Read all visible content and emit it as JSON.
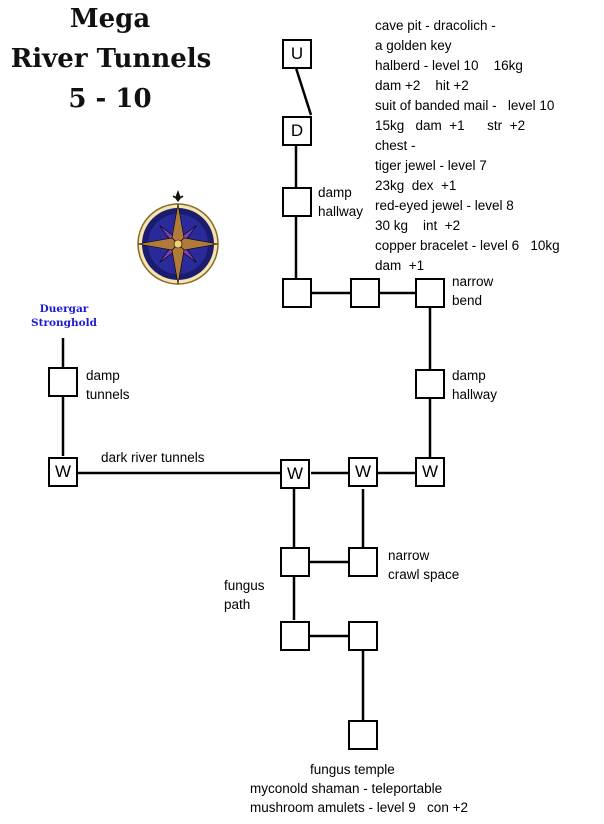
{
  "title": {
    "line1": "Mega",
    "line2": "River Tunnels",
    "line3": "5 - 10"
  },
  "rooms": {
    "up": "U",
    "down": "D",
    "w1": "W",
    "w2": "W",
    "w3": "W",
    "w4": "W"
  },
  "labels": {
    "damp_hallway_top": "damp\nhallway",
    "narrow_bend": "narrow\nbend",
    "damp_hallway_right": "damp\nhallway",
    "damp_tunnels": "damp\ntunnels",
    "dark_river_tunnels": "dark river tunnels",
    "narrow_crawl_space": "narrow\ncrawl space",
    "fungus_path": "fungus\npath",
    "duergar_line1": "Duergar",
    "duergar_line2": "Stronghold"
  },
  "notes": [
    "cave pit - dracolich -",
    "a golden key",
    "halberd - level 10    16kg",
    "dam +2    hit +2",
    "suit of banded mail -   level 10",
    "15kg   dam  +1      str  +2",
    "chest -",
    "tiger jewel - level 7",
    "23kg  dex  +1",
    "red-eyed jewel - level 8",
    "30 kg    int  +2",
    "copper bracelet - level 6   10kg",
    "dam  +1"
  ],
  "temple": [
    "fungus temple",
    "myconold shaman - teleportable",
    "mushroom amulets - level 9   con +2"
  ],
  "compass": {
    "icon": "compass-rose-icon",
    "ring_color": "#1c1c6e",
    "star_color": "#b07a3a",
    "accent_color": "#7a3fb0"
  }
}
